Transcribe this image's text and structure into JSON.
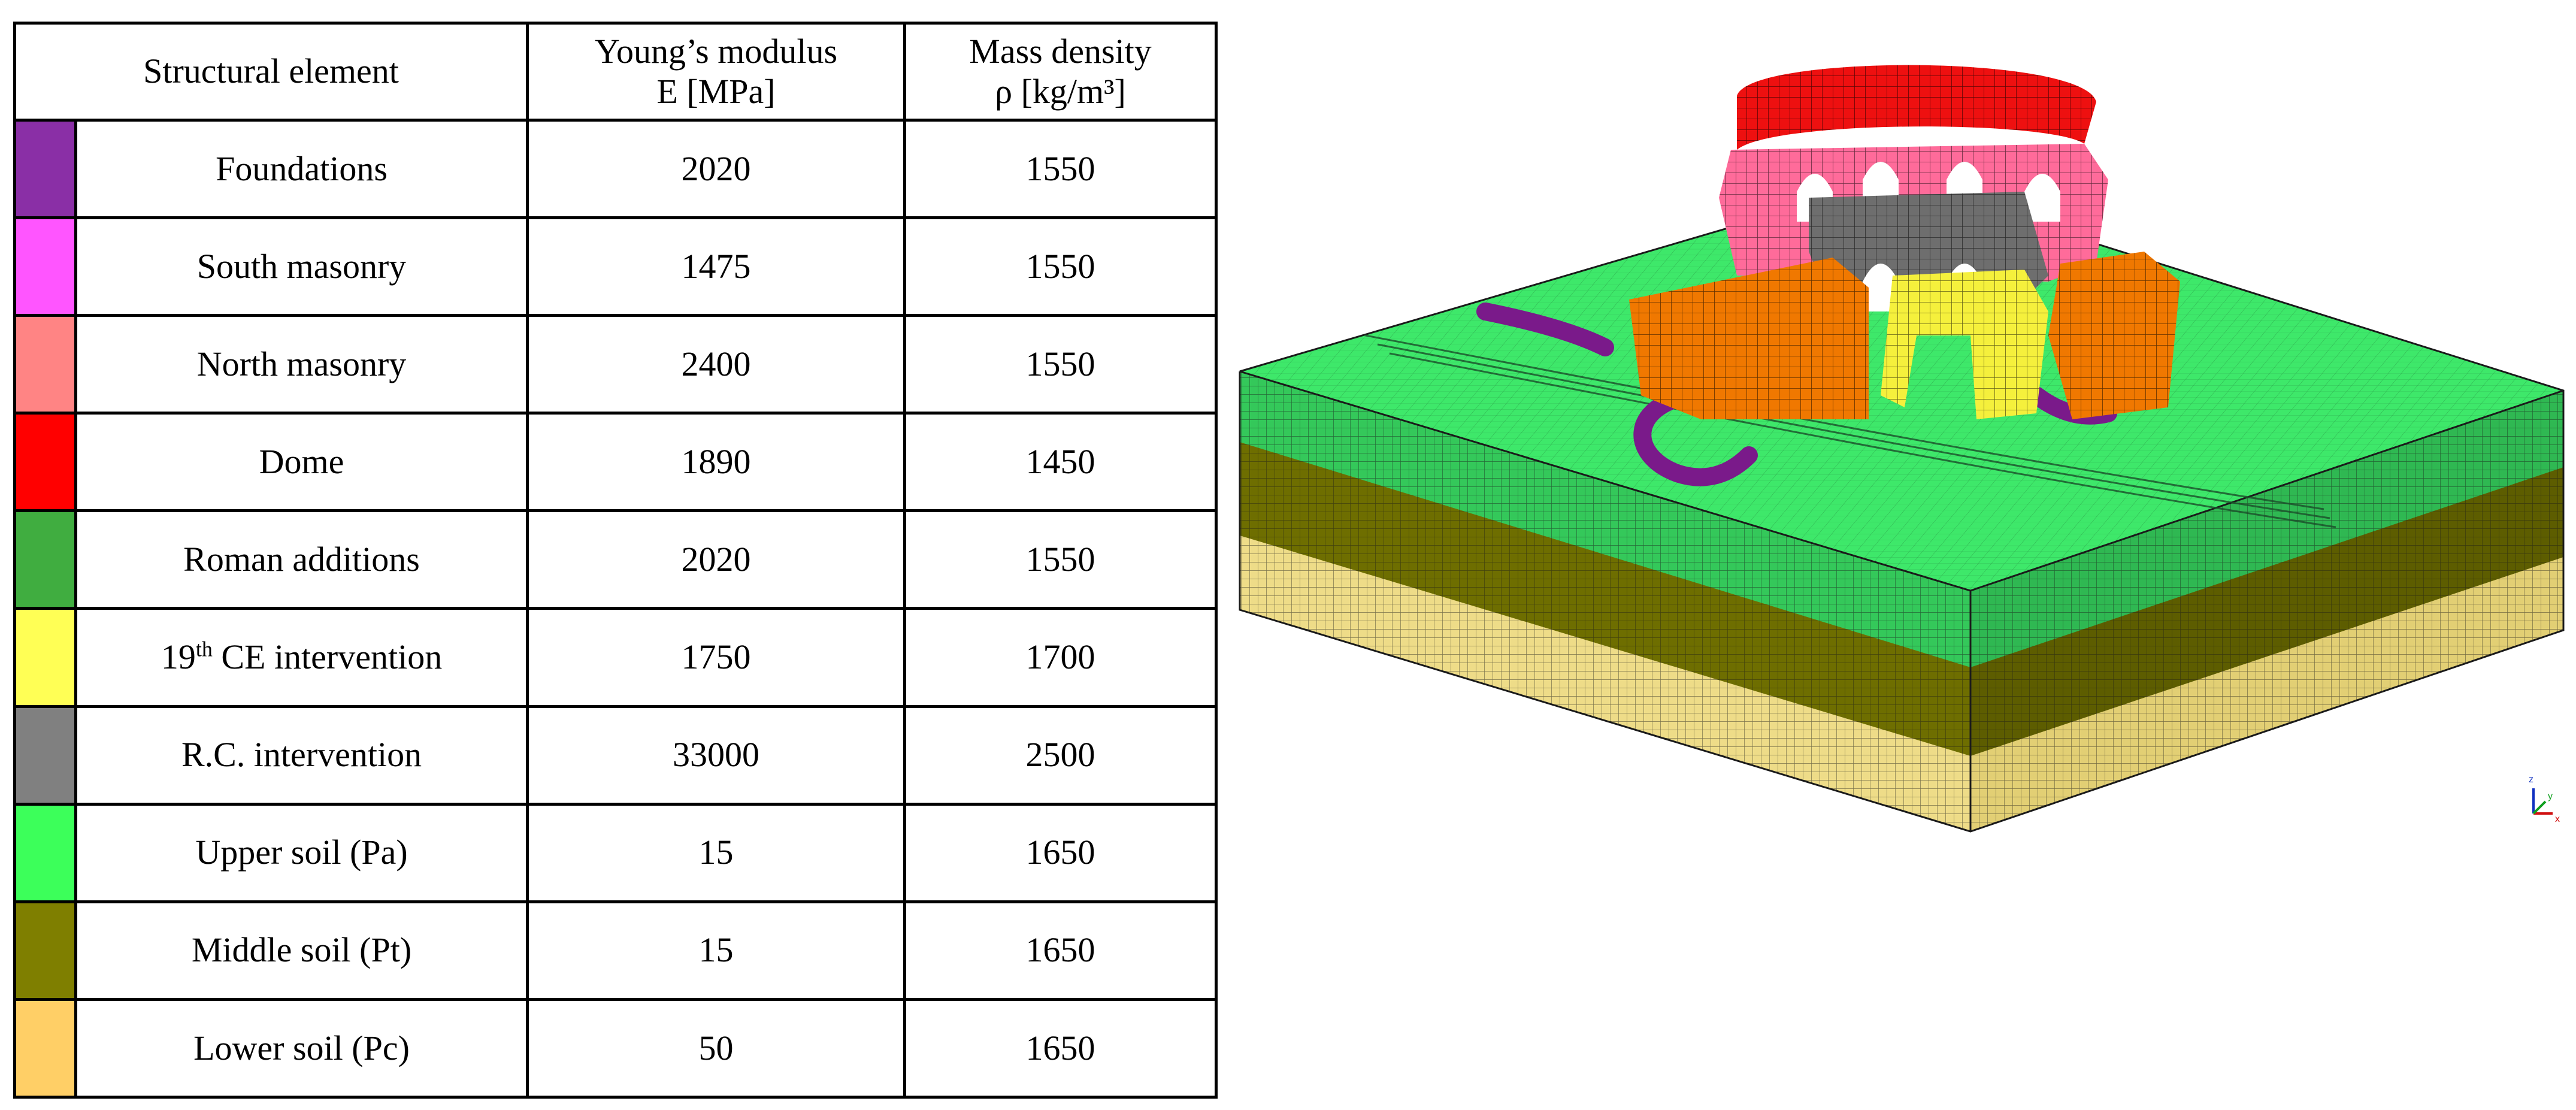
{
  "table": {
    "headers": {
      "element": "Structural element",
      "modulus_line1": "Young’s modulus",
      "modulus_line2": "E [MPa]",
      "density_line1": "Mass density",
      "density_line2": "ρ [kg/m³]"
    },
    "rows": [
      {
        "color": "#8a2fa6",
        "element": "Foundations",
        "E": "2020",
        "rho": "1550"
      },
      {
        "color": "#ff55ff",
        "element": "South masonry",
        "E": "1475",
        "rho": "1550"
      },
      {
        "color": "#ff8484",
        "element": "North masonry",
        "E": "2400",
        "rho": "1550"
      },
      {
        "color": "#ff0000",
        "element": "Dome",
        "E": "1890",
        "rho": "1450"
      },
      {
        "color": "#40ad40",
        "element": "Roman additions",
        "E": "2020",
        "rho": "1550"
      },
      {
        "color": "#ffff55",
        "element_prefix": "19",
        "element_sup": "th",
        "element_suffix": " CE intervention",
        "E": "1750",
        "rho": "1700"
      },
      {
        "color": "#808080",
        "element": "R.C. intervention",
        "E": "33000",
        "rho": "2500"
      },
      {
        "color": "#3cff5a",
        "element": "Upper soil (Pa)",
        "E": "15",
        "rho": "1650"
      },
      {
        "color": "#7f7f00",
        "element": "Middle soil (Pt)",
        "E": "15",
        "rho": "1650"
      },
      {
        "color": "#ffcf66",
        "element": "Lower soil (Pc)",
        "E": "50",
        "rho": "1650"
      }
    ]
  },
  "model": {
    "colors": {
      "upper_soil_top": "#3ee86a",
      "upper_soil_side_left": "#34c85a",
      "upper_soil_side_right": "#2fb852",
      "middle_soil_left": "#6e6e00",
      "middle_soil_right": "#5d5d00",
      "lower_soil_left": "#eedc88",
      "lower_soil_right": "#e2cf74",
      "orange_walls": "#f07800",
      "pink_walls": "#ff6b9a",
      "gray_walls": "#6e6e6e",
      "yellow_walls": "#f5f03c",
      "dome": "#ee1010",
      "foundation_purple": "#7a1a8a",
      "mesh": "#1a1a1a"
    },
    "axis": {
      "z": "z",
      "x": "x",
      "y": "y"
    }
  }
}
